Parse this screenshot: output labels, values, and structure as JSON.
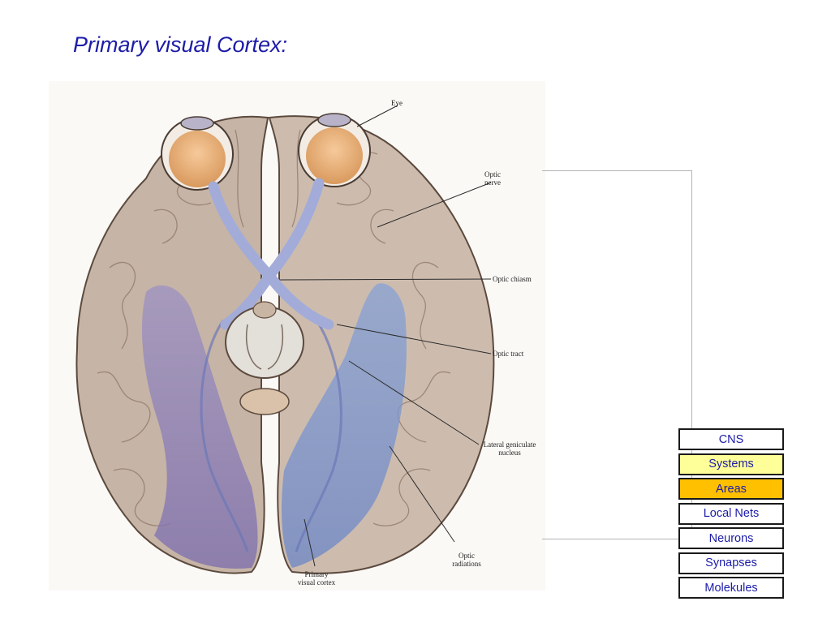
{
  "slide": {
    "title": "Primary visual Cortex:"
  },
  "figure": {
    "labels": {
      "eye": "Eye",
      "optic_nerve_1": "Optic",
      "optic_nerve_2": "nerve",
      "optic_chiasm": "Optic chiasm",
      "optic_tract": "Optic tract",
      "lgn_1": "Lateral geniculate",
      "lgn_2": "nucleus",
      "radiations_1": "Optic",
      "radiations_2": "radiations",
      "v1_1": "Primary",
      "v1_2": "visual cortex"
    }
  },
  "levels": [
    {
      "label": "CNS",
      "highlight": "none"
    },
    {
      "label": "Systems",
      "highlight": "#ffff99"
    },
    {
      "label": "Areas",
      "highlight": "#ffc000"
    },
    {
      "label": "Local Nets",
      "highlight": "none"
    },
    {
      "label": "Neurons",
      "highlight": "none"
    },
    {
      "label": "Synapses",
      "highlight": "none"
    },
    {
      "label": "Molekules",
      "highlight": "none"
    }
  ]
}
